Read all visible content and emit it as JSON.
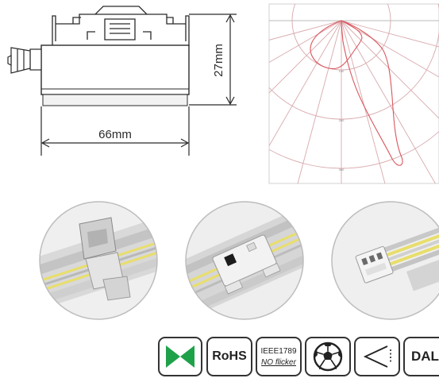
{
  "dimension_drawing": {
    "height_label": "27mm",
    "width_label": "66mm"
  },
  "polar_plot": {
    "ring_labels": [
      "100",
      "200",
      "300"
    ]
  },
  "badges": {
    "rohs": "RoHS",
    "ieee_line1": "IEEE1789",
    "ieee_line2": "NO flicker",
    "dali": "DALI",
    "icons": [
      "bowtie-icon",
      "rohs-icon",
      "ieee1789-no-flicker-icon",
      "football-icon",
      "light-spread-icon",
      "dali-icon"
    ]
  },
  "colors": {
    "curve": "#d9585f",
    "grid": "#d8a9ad",
    "bowtie": "#1fa14a",
    "line": "#2a2a2a"
  }
}
